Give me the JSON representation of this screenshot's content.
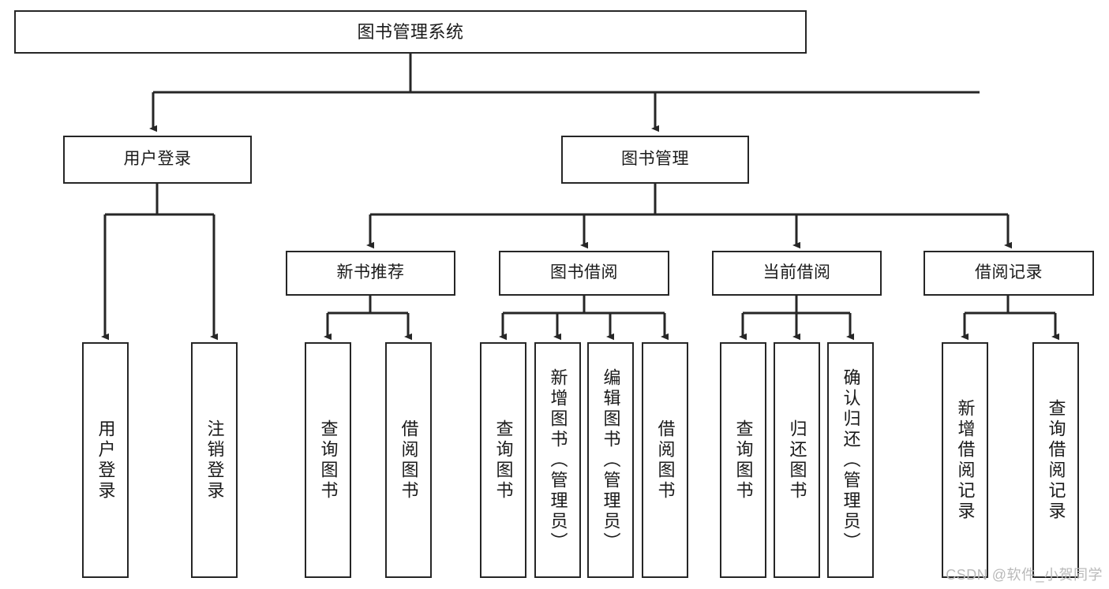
{
  "diagram": {
    "title": "图书管理系统",
    "type": "tree-hierarchy-chart",
    "colors": {
      "box_border": "#262626",
      "box_fill": "#ffffff",
      "connector": "#262626",
      "text": "#1a1a1a",
      "watermark": "#b9b9b9"
    },
    "nodes": {
      "root": {
        "label": "图书管理系统"
      },
      "level1": [
        {
          "id": "user-login",
          "label": "用户登录"
        },
        {
          "id": "book-management",
          "label": "图书管理"
        }
      ],
      "level2": [
        {
          "id": "new-book-recommend",
          "label": "新书推荐"
        },
        {
          "id": "book-borrow",
          "label": "图书借阅"
        },
        {
          "id": "current-borrow",
          "label": "当前借阅"
        },
        {
          "id": "borrow-record",
          "label": "借阅记录"
        }
      ],
      "leaves": {
        "user_login": [
          {
            "id": "leaf-user-login",
            "label": "用户登录"
          },
          {
            "id": "leaf-user-logout",
            "label": "注销登录"
          }
        ],
        "new_book_recommend": [
          {
            "id": "leaf-query-book-1",
            "label": "查询图书"
          },
          {
            "id": "leaf-borrow-book-1",
            "label": "借阅图书"
          }
        ],
        "book_borrow": [
          {
            "id": "leaf-query-book-2",
            "label": "查询图书"
          },
          {
            "id": "leaf-add-book",
            "label": "新增图书（管理员）"
          },
          {
            "id": "leaf-edit-book",
            "label": "编辑图书（管理员）"
          },
          {
            "id": "leaf-borrow-book-2",
            "label": "借阅图书"
          }
        ],
        "current_borrow": [
          {
            "id": "leaf-query-book-3",
            "label": "查询图书"
          },
          {
            "id": "leaf-return-book",
            "label": "归还图书"
          },
          {
            "id": "leaf-confirm-return",
            "label": "确认归还（管理员）"
          }
        ],
        "borrow_record": [
          {
            "id": "leaf-add-record",
            "label": "新增借阅记录"
          },
          {
            "id": "leaf-query-record",
            "label": "查询借阅记录"
          }
        ]
      }
    },
    "watermark": "CSDN @软件_小贺同学"
  }
}
